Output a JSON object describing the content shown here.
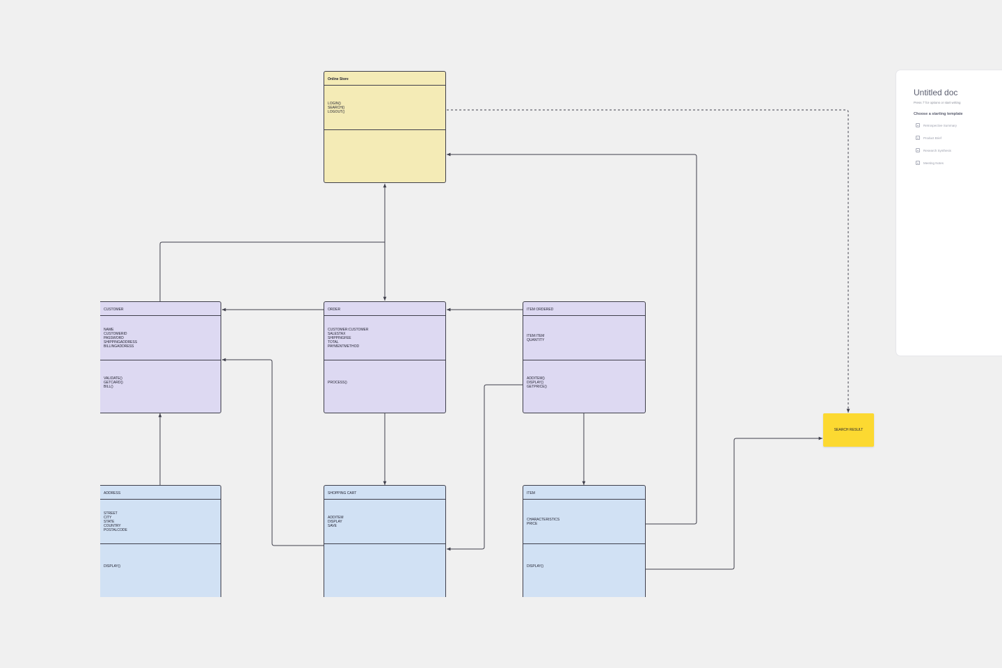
{
  "diagram": {
    "classes": {
      "online_store": {
        "name": "Online Store",
        "attributes": "",
        "operations": "LOGIN()\nSEARCH()\nLOGOUT()"
      },
      "customer": {
        "name": "CUSTOMER",
        "attributes": "NAME\nCUSTOMERID\nPASSWORD\nSHIPPINGADDRESS\nBILLINGADDRESS",
        "operations": "VALIDATE()\nGETCARD()\nBILL()"
      },
      "order": {
        "name": "ORDER",
        "attributes": "CUSTOMER:CUSTOMER\nSALESTAX\nSHIPPINGFEE\nTOTAL\nPAYMENTMETHOD",
        "operations": "PROCESS()"
      },
      "item_ordered": {
        "name": "ITEM ORDERED",
        "attributes": "ITEM:ITEM\nQUANTITY",
        "operations": "ADDITEM()\nDISPLAY()\nGETPRICE()"
      },
      "address": {
        "name": "ADDRESS",
        "attributes": "STREET\nCITY\nSTATE\nCOUNTRY\nPOSTALCODE",
        "operations": "DISPLAY()"
      },
      "shopping_cart": {
        "name": "SHOPPING CART",
        "attributes": "ADDITEM\nDISPLAY\nSAVE",
        "operations": ""
      },
      "item": {
        "name": "ITEM",
        "attributes": "CHARACTERISTICS\nPRICE",
        "operations": "DISPLAY()"
      }
    },
    "search_result": "SEARCH RESULT",
    "colors": {
      "store": "#f4ebb6",
      "core": "#ddd9f2",
      "detail": "#d1e1f4",
      "result": "#fcd931",
      "line": "#3e3e4a"
    }
  },
  "doc_panel": {
    "title": "Untitled doc",
    "hint": "Press '/' for options or start writing",
    "subtitle": "Choose a starting template",
    "templates": [
      "Retrospective Summary",
      "Product Brief",
      "Research Synthesis",
      "Meeting Notes"
    ]
  }
}
